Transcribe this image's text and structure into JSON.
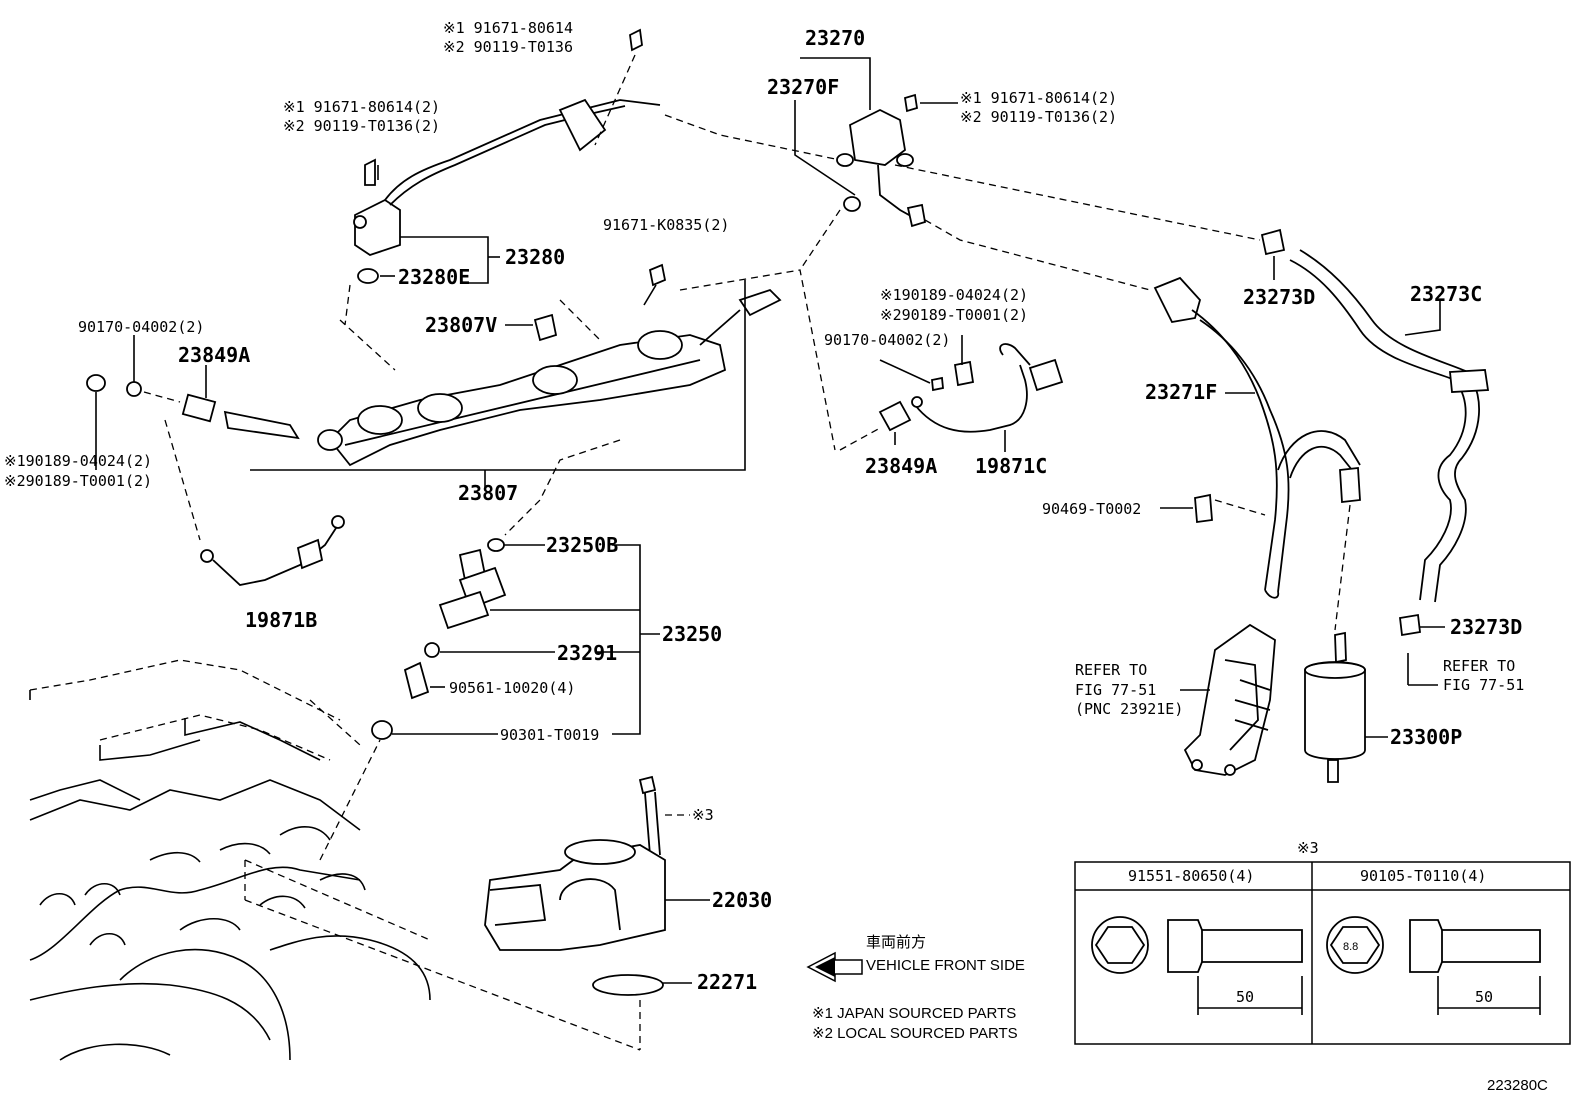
{
  "callouts": {
    "c23270": "23270",
    "c23270F": "23270F",
    "c23270_b1": "※1 91671-80614(2)",
    "c23270_b2": "※2 90119-T0136(2)",
    "top_b1": "※1 91671-80614",
    "top_b2": "※2 90119-T0136",
    "left_b1": "※1 91671-80614(2)",
    "left_b2": "※2 90119-T0136(2)",
    "c23280": "23280",
    "c23280E": "23280E",
    "c91671K": "91671-K0835(2)",
    "c23807V": "23807V",
    "c90170_left": "90170-04002(2)",
    "c23849A_left": "23849A",
    "left_n1": "※190189-04024(2)",
    "left_n2": "※290189-T0001(2)",
    "c23807": "23807",
    "c19871B": "19871B",
    "mid_n1": "※190189-04024(2)",
    "mid_n2": "※290189-T0001(2)",
    "c90170_mid": "90170-04002(2)",
    "c23849A_mid": "23849A",
    "c19871C": "19871C",
    "c23273D_top": "23273D",
    "c23273C": "23273C",
    "c23271F": "23271F",
    "c90469": "90469-T0002",
    "c23273D_bot": "23273D",
    "refer_left_1": "REFER TO",
    "refer_left_2": "FIG 77-51",
    "refer_left_3": "(PNC 23921E)",
    "refer_right_1": "REFER TO",
    "refer_right_2": "FIG 77-51",
    "c23300P": "23300P",
    "c23250B": "23250B",
    "c23250": "23250",
    "c23291": "23291",
    "c90561": "90561-10020(4)",
    "c90301": "90301-T0019",
    "c3": "※3",
    "c22030": "22030",
    "c22271": "22271"
  },
  "legend": {
    "front_jp": "車両前方",
    "front_en": "VEHICLE FRONT SIDE",
    "note1": "※1 JAPAN SOURCED PARTS",
    "note2": "※2 LOCAL SOURCED PARTS"
  },
  "bolt_table": {
    "mark": "※3",
    "col1_part": "91551-80650(4)",
    "col2_part": "90105-T0110(4)",
    "col1_len": "50",
    "col2_len": "50",
    "col2_head_mark": "8.8"
  },
  "figure_id": "223280C"
}
